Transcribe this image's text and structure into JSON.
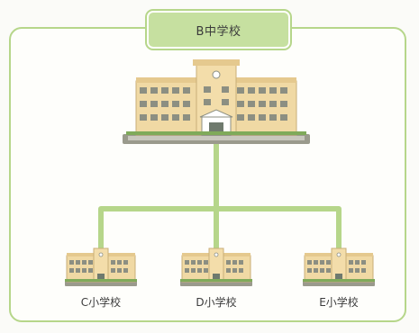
{
  "title": "B中学校",
  "middle_school_icon": "school-building-large",
  "elementary_schools": [
    {
      "label": "C小学校",
      "icon": "school-building-small"
    },
    {
      "label": "D小学校",
      "icon": "school-building-small"
    },
    {
      "label": "E小学校",
      "icon": "school-building-small"
    }
  ],
  "colors": {
    "accent_green": "#b6d68a",
    "title_fill": "#c6e0a0",
    "building_wall": "#f0d9a4",
    "building_window": "#8c8f82"
  }
}
